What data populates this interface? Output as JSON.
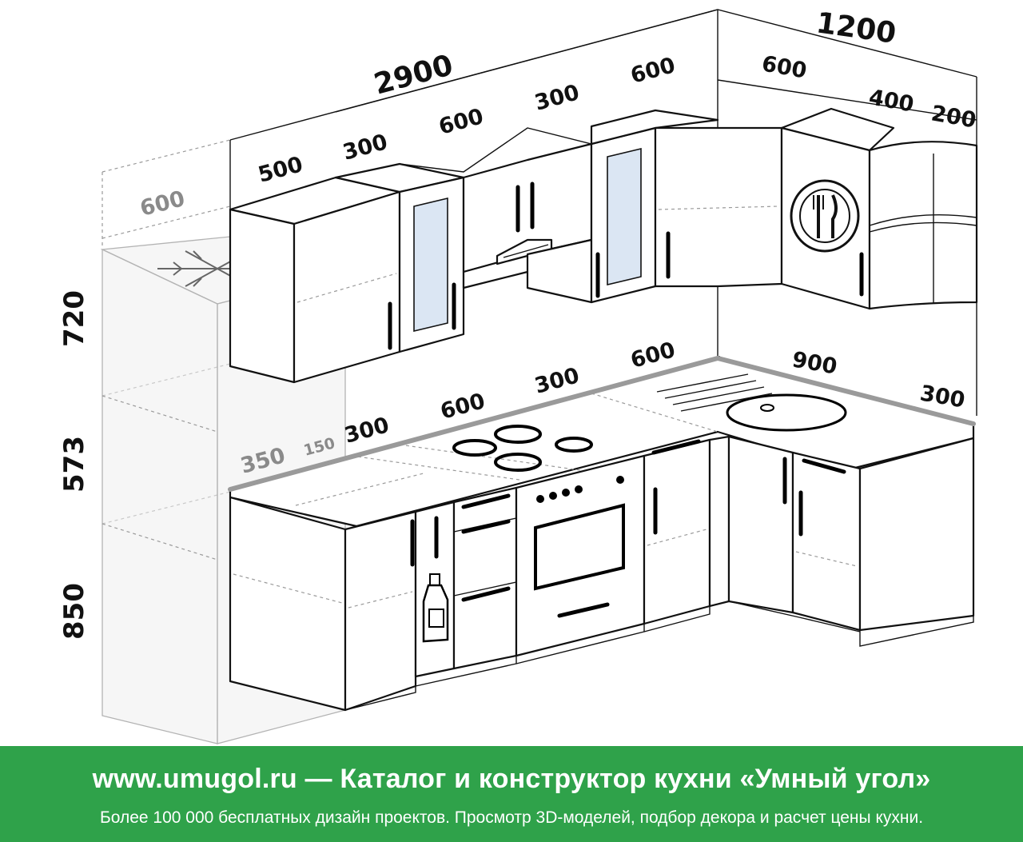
{
  "dimensions": {
    "total_left": "2900",
    "total_right": "1200",
    "fridge_depth": "600",
    "upper_left": [
      "500",
      "300",
      "600",
      "300",
      "600"
    ],
    "upper_right": [
      "600",
      "400",
      "200"
    ],
    "lower_left": [
      "350",
      "150",
      "300",
      "600",
      "300",
      "600"
    ],
    "lower_right": [
      "900",
      "300"
    ],
    "height_upper": "720",
    "height_gap": "573",
    "height_lower": "850"
  },
  "footer": {
    "title": "www.umugol.ru  —  Каталог и конструктор кухни «Умный угол»",
    "subtitle": "Более 100 000 бесплатных дизайн проектов. Просмотр 3D-моделей, подбор декора и расчет цены кухни."
  },
  "colors": {
    "footer_bg": "#2fa24a",
    "glass": "#dbe6f3",
    "ghost_fridge": "#efefef"
  },
  "icons": [
    "snowflake-icon",
    "bottle-icon",
    "cutlery-plate-icon",
    "cooktop-icon",
    "sink-icon",
    "hood-icon"
  ]
}
